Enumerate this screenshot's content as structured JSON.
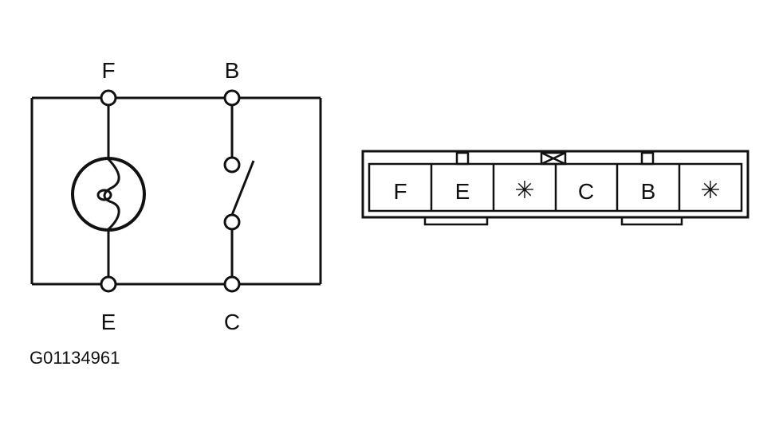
{
  "schematic": {
    "terminals": {
      "top_left": "F",
      "top_right": "B",
      "bottom_left": "E",
      "bottom_right": "C"
    }
  },
  "connector": {
    "pins": [
      "F",
      "E",
      "✳",
      "C",
      "B",
      "✳"
    ]
  },
  "figure_id": "G01134961",
  "colors": {
    "line": "#111111",
    "background": "#ffffff"
  }
}
